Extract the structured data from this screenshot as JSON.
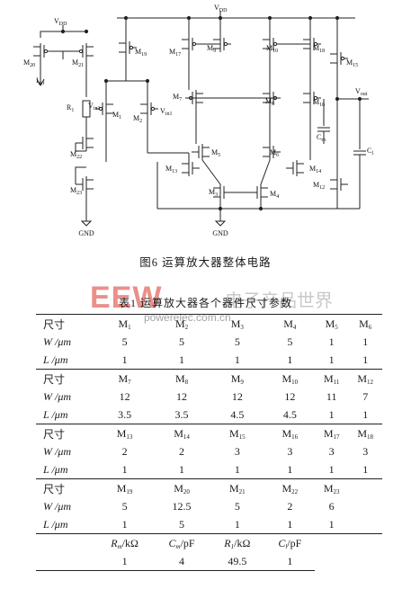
{
  "figure": {
    "caption": "图6   运算放大器整体电路",
    "labels": {
      "vdd_top": "V_DD",
      "vdd_left": "V_DD",
      "iref": "I_ref",
      "r1": "R_1",
      "vin1_left": "V_in1",
      "vin1_right": "V_in1",
      "vout": "V_out",
      "cm": "C_m",
      "cl": "C_l",
      "gnd_left": "GND",
      "gnd_center": "GND",
      "transistors": [
        "M20",
        "M21",
        "M19",
        "M17",
        "M9",
        "M10",
        "M18",
        "M11",
        "M22",
        "M23",
        "M1",
        "M2",
        "M7",
        "M8",
        "M16",
        "M5",
        "M6",
        "M13",
        "M14",
        "M3",
        "M4",
        "M15",
        "M12"
      ]
    }
  },
  "watermark": {
    "logo": "EEW",
    "cn": "电子产品世界",
    "url": "powerelec.com.cn"
  },
  "table": {
    "caption": "表1   运算放大器各个器件尺寸参数",
    "blocks": [
      {
        "header": {
          "label": "尺寸",
          "cols": [
            [
              "M",
              "1"
            ],
            [
              "M",
              "2"
            ],
            [
              "M",
              "3"
            ],
            [
              "M",
              "4"
            ],
            [
              "M",
              "5"
            ],
            [
              "M",
              "6"
            ]
          ]
        },
        "rows": [
          {
            "label": "W /μm",
            "values": [
              "5",
              "5",
              "5",
              "5",
              "1",
              "1"
            ]
          },
          {
            "label": "L /μm",
            "values": [
              "1",
              "1",
              "1",
              "1",
              "1",
              "1"
            ]
          }
        ]
      },
      {
        "header": {
          "label": "尺寸",
          "cols": [
            [
              "M",
              "7"
            ],
            [
              "M",
              "8"
            ],
            [
              "M",
              "9"
            ],
            [
              "M",
              "10"
            ],
            [
              "M",
              "11"
            ],
            [
              "M",
              "12"
            ]
          ]
        },
        "rows": [
          {
            "label": "W /μm",
            "values": [
              "12",
              "12",
              "12",
              "12",
              "11",
              "7"
            ]
          },
          {
            "label": "L /μm",
            "values": [
              "3.5",
              "3.5",
              "4.5",
              "4.5",
              "1",
              "1"
            ]
          }
        ]
      },
      {
        "header": {
          "label": "尺寸",
          "cols": [
            [
              "M",
              "13"
            ],
            [
              "M",
              "14"
            ],
            [
              "M",
              "15"
            ],
            [
              "M",
              "16"
            ],
            [
              "M",
              "17"
            ],
            [
              "M",
              "18"
            ]
          ]
        },
        "rows": [
          {
            "label": "W /μm",
            "values": [
              "2",
              "2",
              "3",
              "3",
              "3",
              "3"
            ]
          },
          {
            "label": "L /μm",
            "values": [
              "1",
              "1",
              "1",
              "1",
              "1",
              "1"
            ]
          }
        ]
      },
      {
        "header": {
          "label": "尺寸",
          "cols": [
            [
              "M",
              "19"
            ],
            [
              "M",
              "20"
            ],
            [
              "M",
              "21"
            ],
            [
              "M",
              "22"
            ],
            [
              "M",
              "23"
            ],
            [
              "",
              ""
            ]
          ]
        },
        "rows": [
          {
            "label": "W /μm",
            "values": [
              "5",
              "12.5",
              "5",
              "2",
              "6",
              ""
            ]
          },
          {
            "label": "L /μm",
            "values": [
              "1",
              "5",
              "1",
              "1",
              "1",
              ""
            ]
          }
        ]
      }
    ],
    "passives": {
      "headers": [
        [
          "R",
          "m",
          "/kΩ"
        ],
        [
          "C",
          "m",
          "/pF"
        ],
        [
          "R",
          "1",
          "/kΩ"
        ],
        [
          "C",
          "l",
          "/pF"
        ]
      ],
      "values": [
        "1",
        "4",
        "49.5",
        "1"
      ]
    }
  }
}
